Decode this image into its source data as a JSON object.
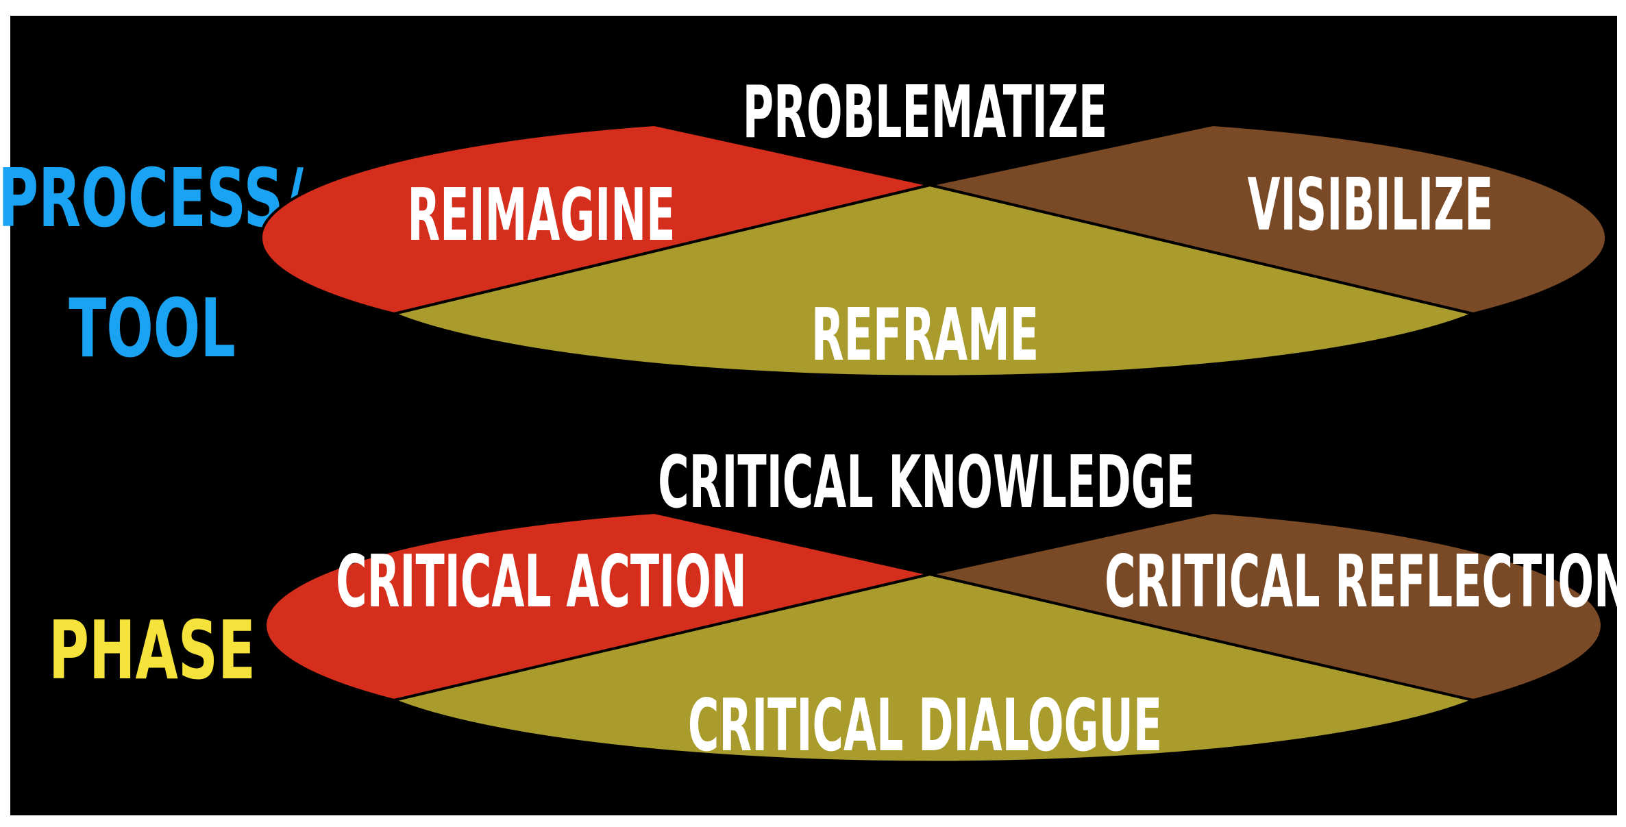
{
  "row_labels": {
    "process_tool_line1": "PROCESS/",
    "process_tool_line2": "TOOL",
    "phase": "PHASE"
  },
  "process_disc": {
    "top": "PROBLEMATIZE",
    "left": "REIMAGINE",
    "right": "VISIBILIZE",
    "bottom": "REFRAME"
  },
  "phase_disc": {
    "top": "CRITICAL KNOWLEDGE",
    "left": "CRITICAL ACTION",
    "right": "CRITICAL REFLECTION",
    "bottom": "CRITICAL DIALOGUE"
  },
  "colors": {
    "background": "#000000",
    "process_label": "#1aa3f2",
    "phase_label": "#f5e23a",
    "left_segment": "#d62e1d",
    "right_segment": "#7a4a26",
    "bottom_segment": "#a99c2c",
    "segment_text": "#ffffff"
  }
}
